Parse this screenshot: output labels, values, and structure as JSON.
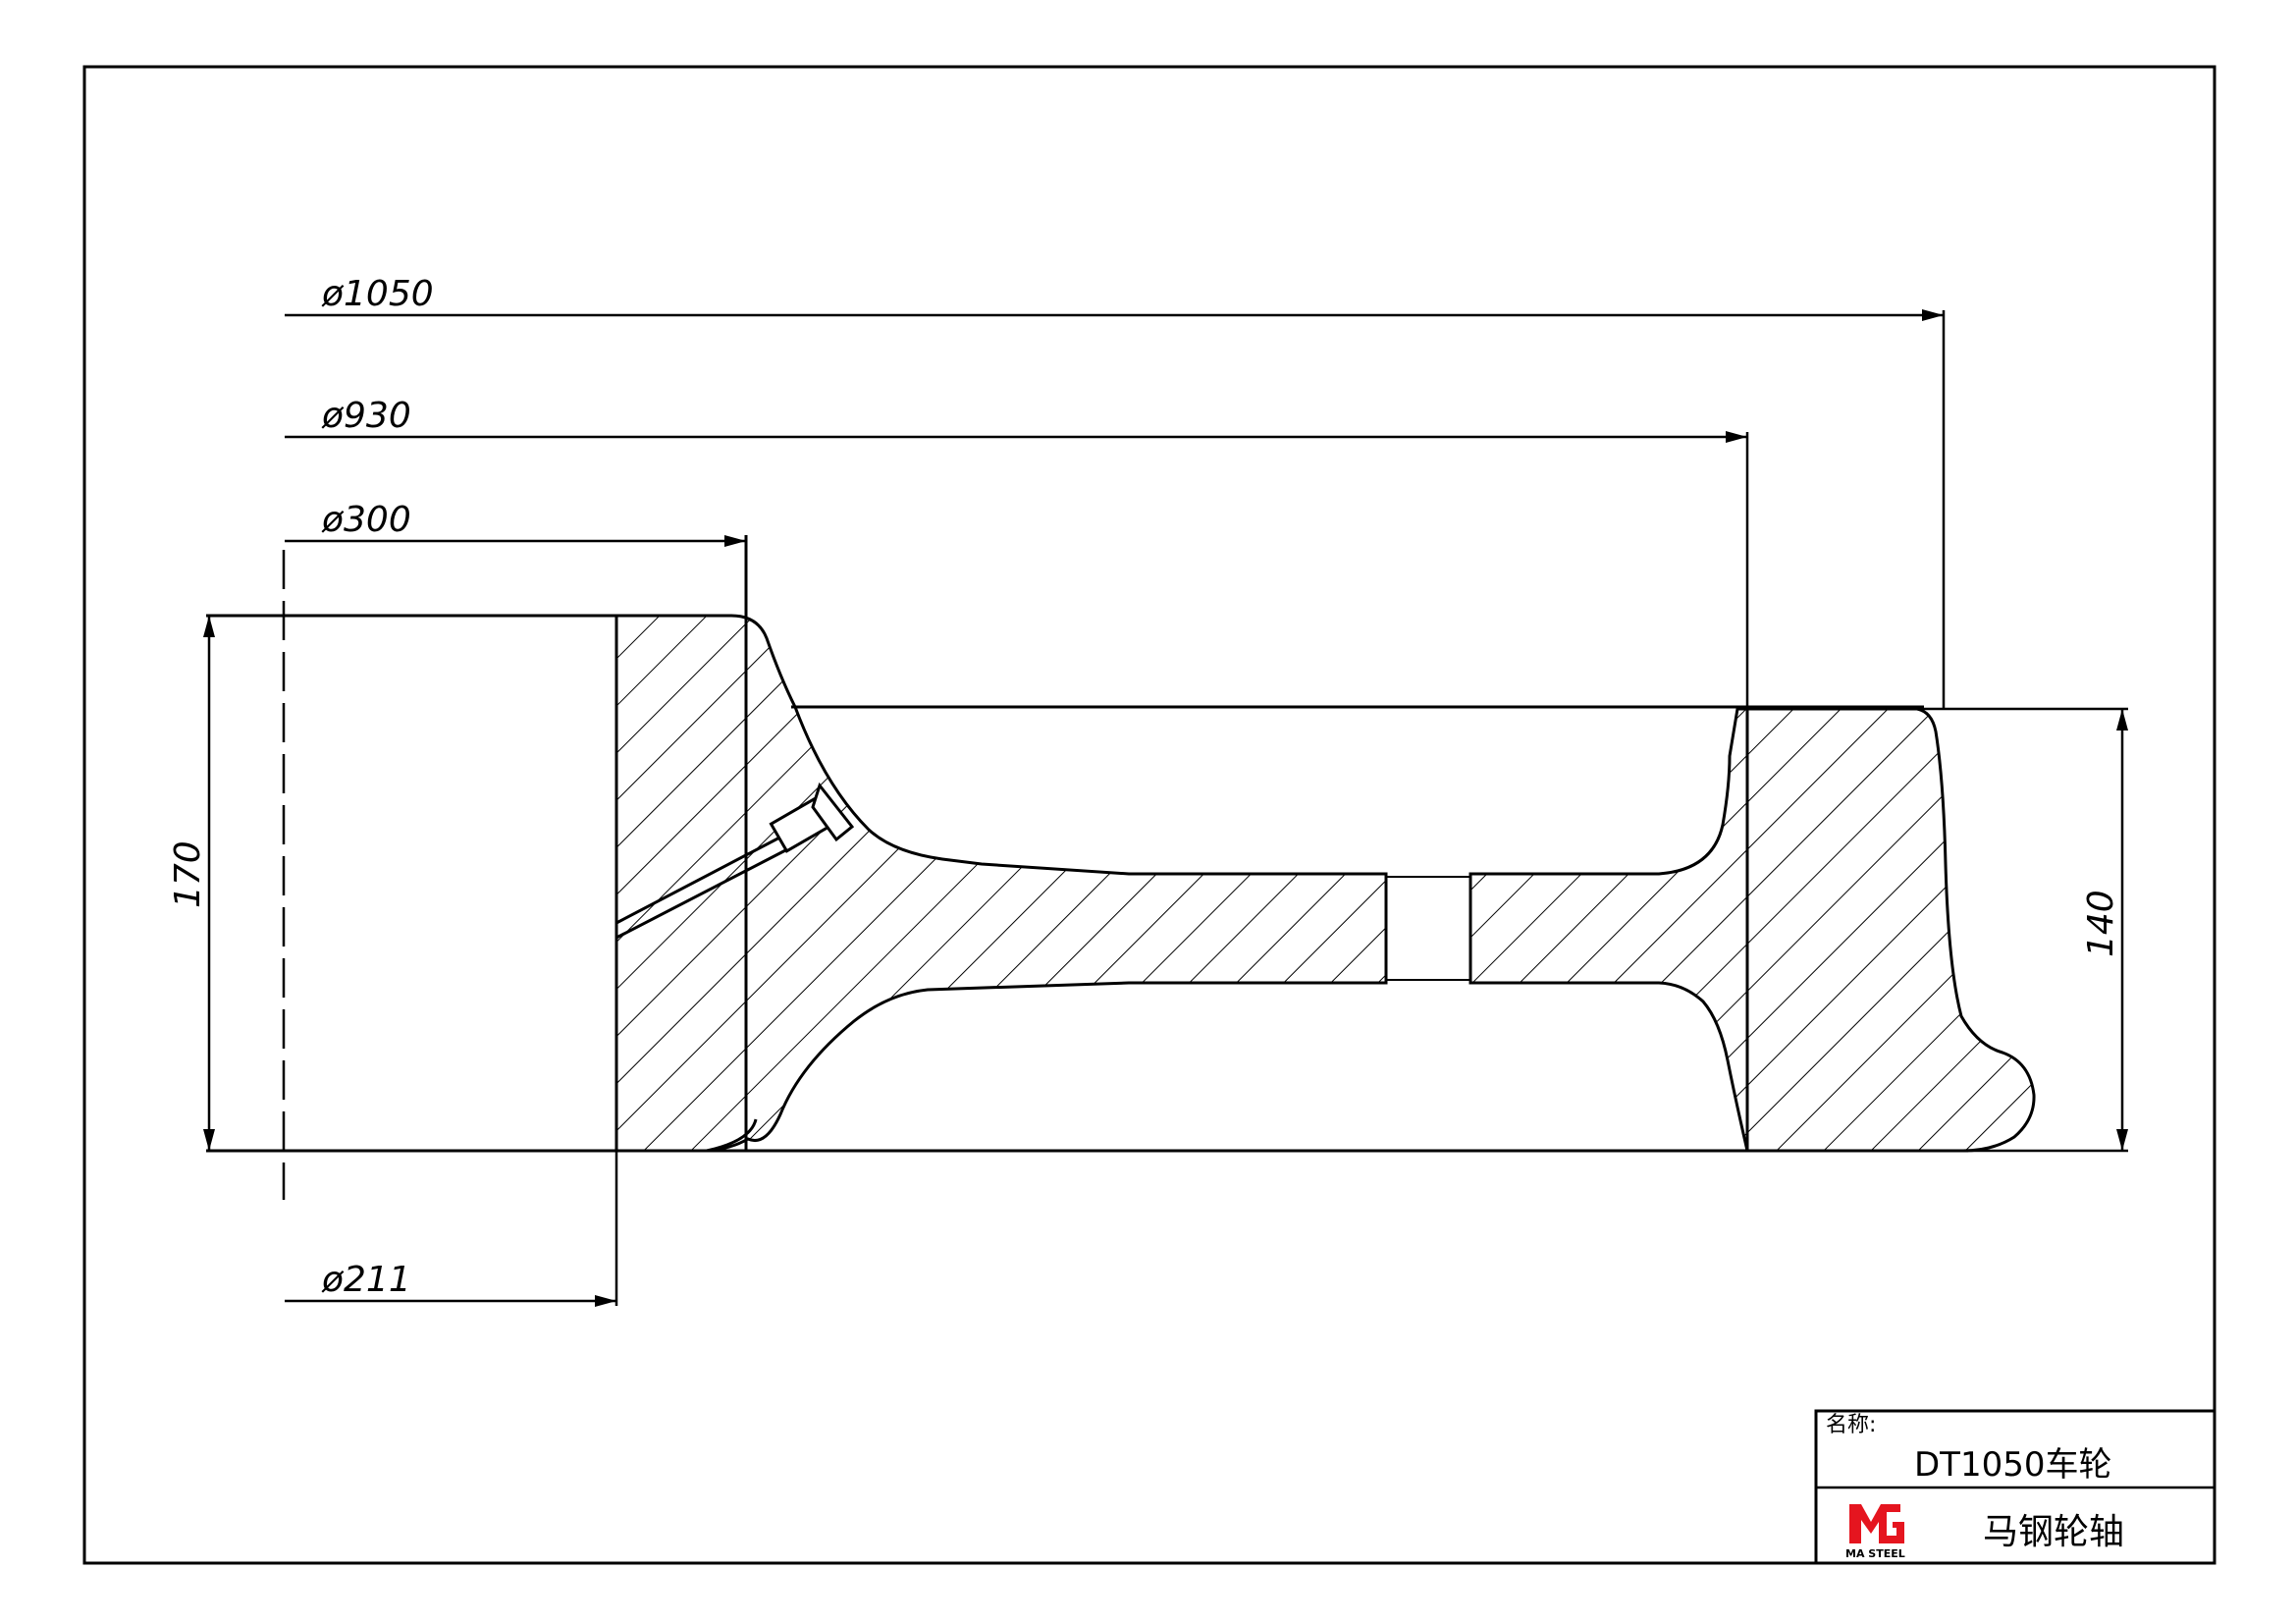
{
  "dimensions": {
    "d1050": "ø1050",
    "d930": "ø930",
    "d300": "ø300",
    "d211": "ø211",
    "h170": "170",
    "h140": "140"
  },
  "title_block": {
    "name_label": "名称:",
    "part_name": "DT1050车轮",
    "company": "马钢轮轴",
    "logo_sub": "MA STEEL"
  },
  "colors": {
    "line": "#000000",
    "logo_red": "#e5151f"
  }
}
